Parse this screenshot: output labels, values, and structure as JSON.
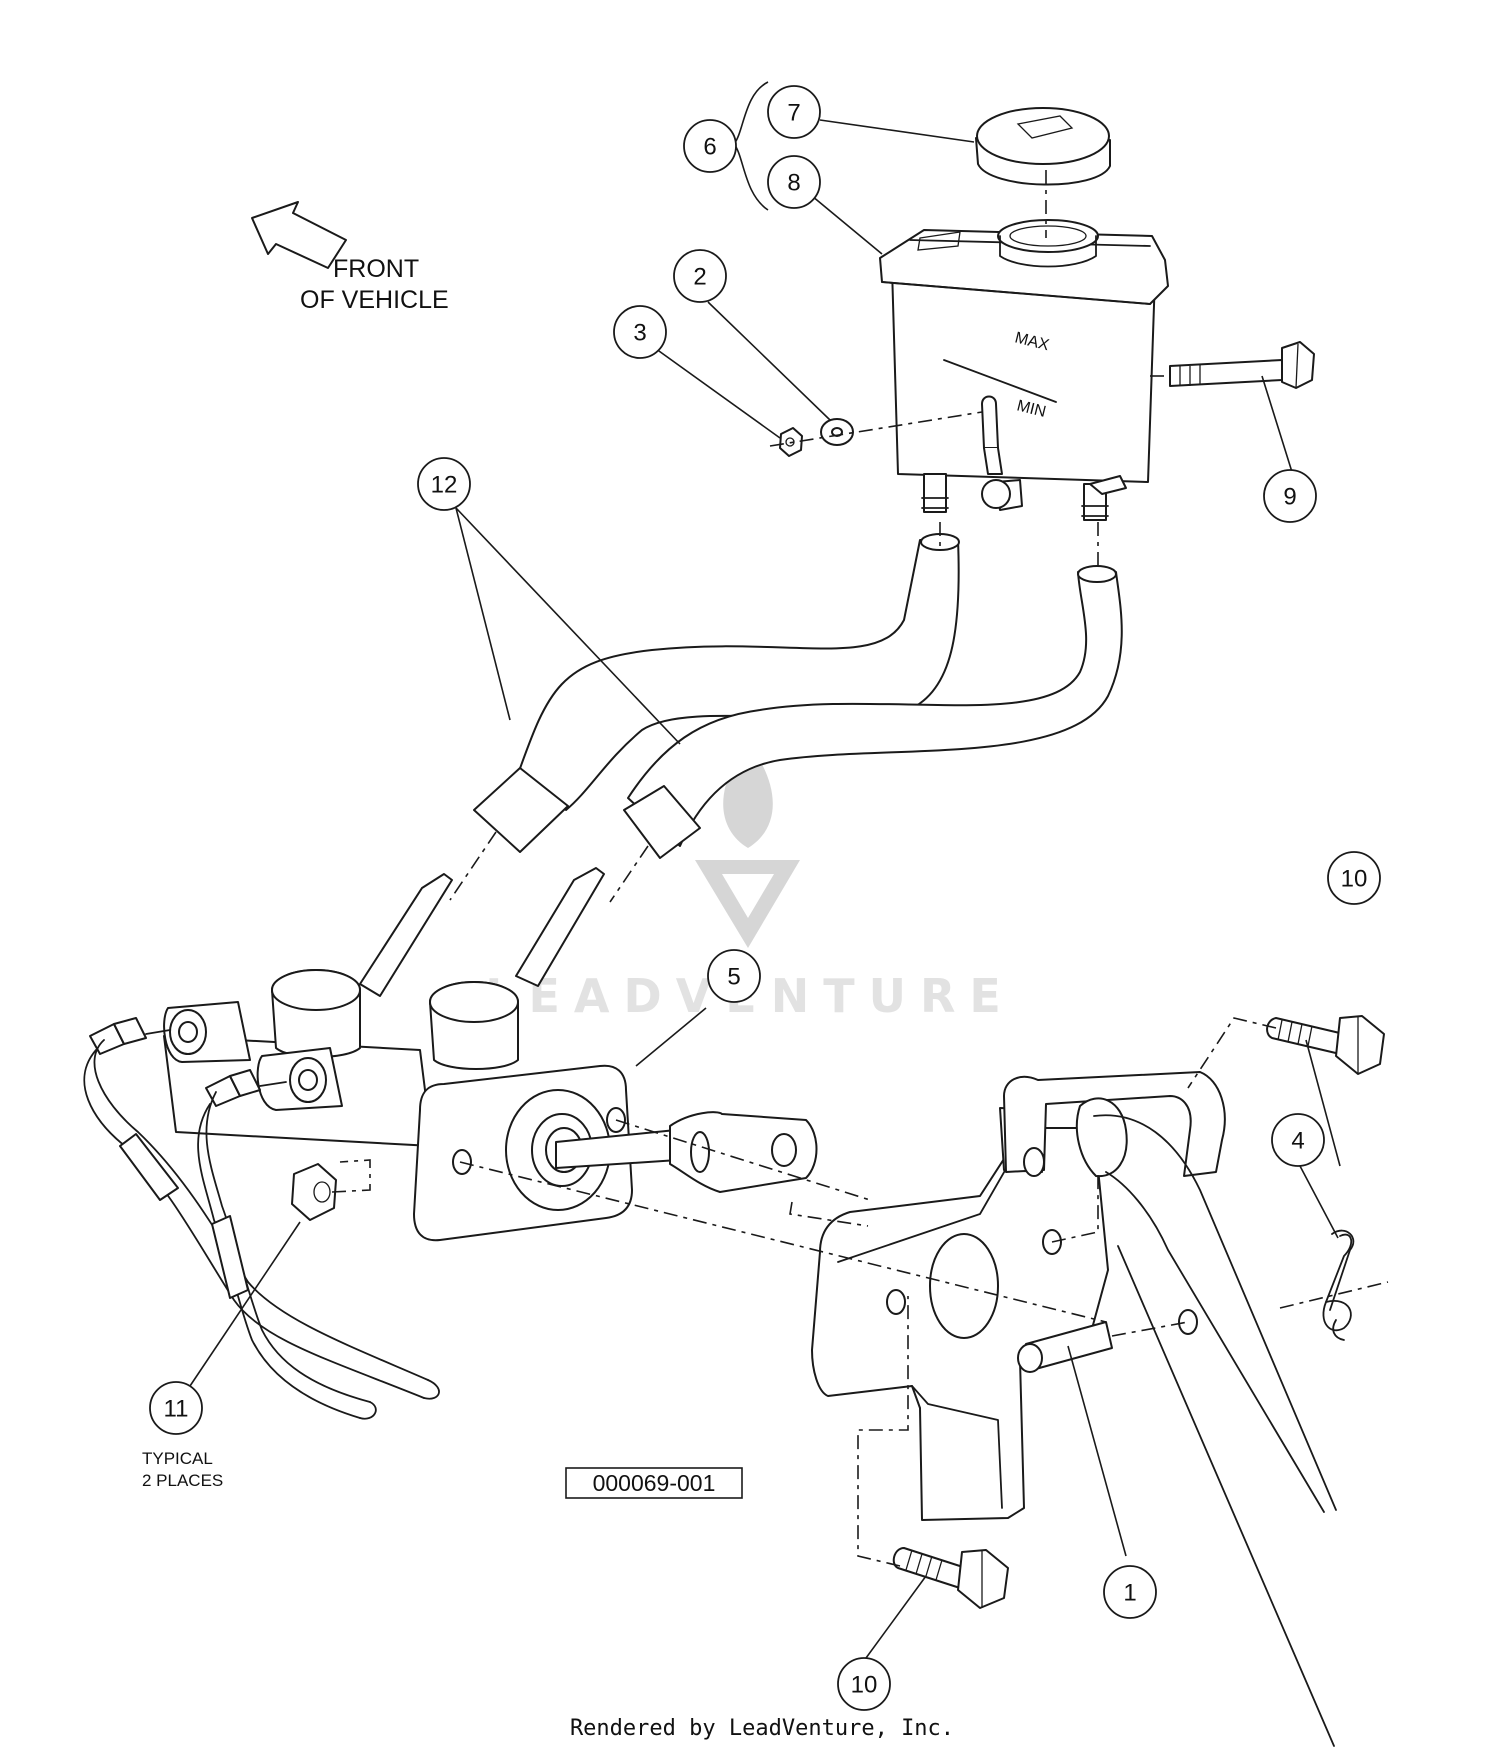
{
  "front_label": {
    "line1": "FRONT",
    "line2": "OF VEHICLE"
  },
  "reservoir": {
    "max_label": "MAX",
    "min_label": "MIN"
  },
  "note": {
    "line1": "TYPICAL",
    "line2": "2 PLACES"
  },
  "drawing_number": "000069-001",
  "watermark": "LEADVENTURE",
  "footer": "Rendered by LeadVenture, Inc.",
  "callouts": {
    "c1": "1",
    "c2": "2",
    "c3": "3",
    "c4": "4",
    "c5": "5",
    "c6": "6",
    "c7": "7",
    "c8": "8",
    "c9": "9",
    "c10a": "10",
    "c10b": "10",
    "c11": "11",
    "c12": "12"
  }
}
